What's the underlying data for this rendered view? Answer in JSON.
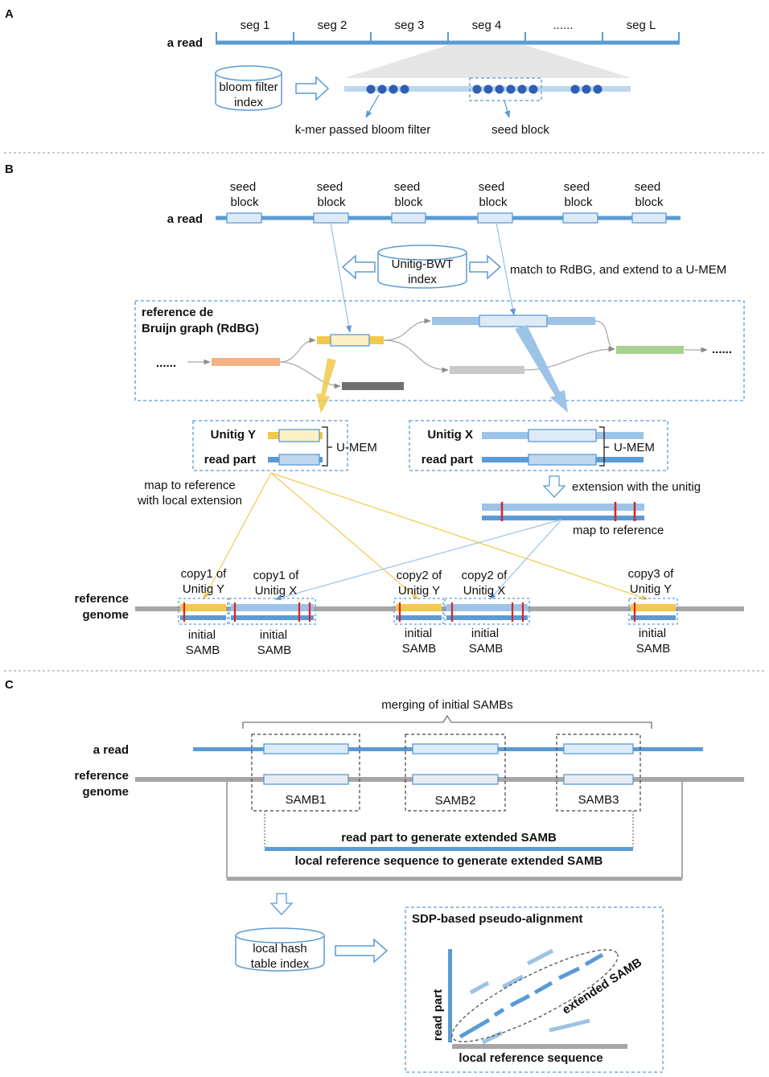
{
  "colors": {
    "read": "#5b9bd5",
    "readLight": "#bdd7ee",
    "seedDot": "#2e5fb5",
    "unitigY": "#f2c94c",
    "unitigYFill": "#fdf0c4",
    "genome": "#a6a6a6",
    "mismatch": "#e02020",
    "orange": "#f4b183",
    "green": "#a9d18e",
    "darkgray": "#707070",
    "midgray": "#c9c9c9"
  },
  "panelA": {
    "label": "A",
    "read_label": "a read",
    "segments": [
      "seg 1",
      "seg 2",
      "seg 3",
      "seg 4",
      "......",
      "seg L"
    ],
    "bloom_index": [
      "bloom filter",
      "index"
    ],
    "kmer_label": "k-mer passed bloom filter",
    "seed_block_label": "seed block"
  },
  "panelB": {
    "label": "B",
    "read_label": "a read",
    "seed_blocks": [
      [
        "seed",
        "block"
      ],
      [
        "seed",
        "block"
      ],
      [
        "seed",
        "block"
      ],
      [
        "seed",
        "block"
      ],
      [
        "seed",
        "block"
      ],
      [
        "seed",
        "block"
      ]
    ],
    "bwt_index": [
      "Unitig-BWT",
      "index"
    ],
    "match_text": "match to RdBG, and extend to a U-MEM",
    "rdbg_title": [
      "reference de",
      "Bruijn graph (RdBG)"
    ],
    "ellipsis": "......",
    "unitig_y": "Unitig Y",
    "unitig_x": "Unitig X",
    "read_part": "read part",
    "umem": "U-MEM",
    "map_local": [
      "map to reference",
      "with local extension"
    ],
    "extension_text": "extension with the unitig",
    "map_ref": "map to reference",
    "ref_genome": [
      "reference",
      "genome"
    ],
    "copies": [
      [
        "copy1  of",
        "Unitig Y"
      ],
      [
        "copy1  of",
        "Unitig X"
      ],
      [
        "copy2  of",
        "Unitig Y"
      ],
      [
        "copy2  of",
        "Unitig X"
      ],
      [
        "copy3  of",
        "Unitig Y"
      ]
    ],
    "initial_samb": [
      "initial",
      "SAMB"
    ]
  },
  "panelC": {
    "label": "C",
    "merging": "merging of initial SAMBs",
    "read_label": "a read",
    "ref_genome": [
      "reference",
      "genome"
    ],
    "sambs": [
      "SAMB1",
      "SAMB2",
      "SAMB3"
    ],
    "read_part_text": "read part to generate extended SAMB",
    "local_ref_text": "local reference sequence to generate extended SAMB",
    "hash_index": [
      "local hash",
      "table index"
    ],
    "sdp_title": "SDP-based pseudo-alignment",
    "y_axis": "read part",
    "x_axis": "local reference sequence",
    "extended": "extended SAMB"
  }
}
